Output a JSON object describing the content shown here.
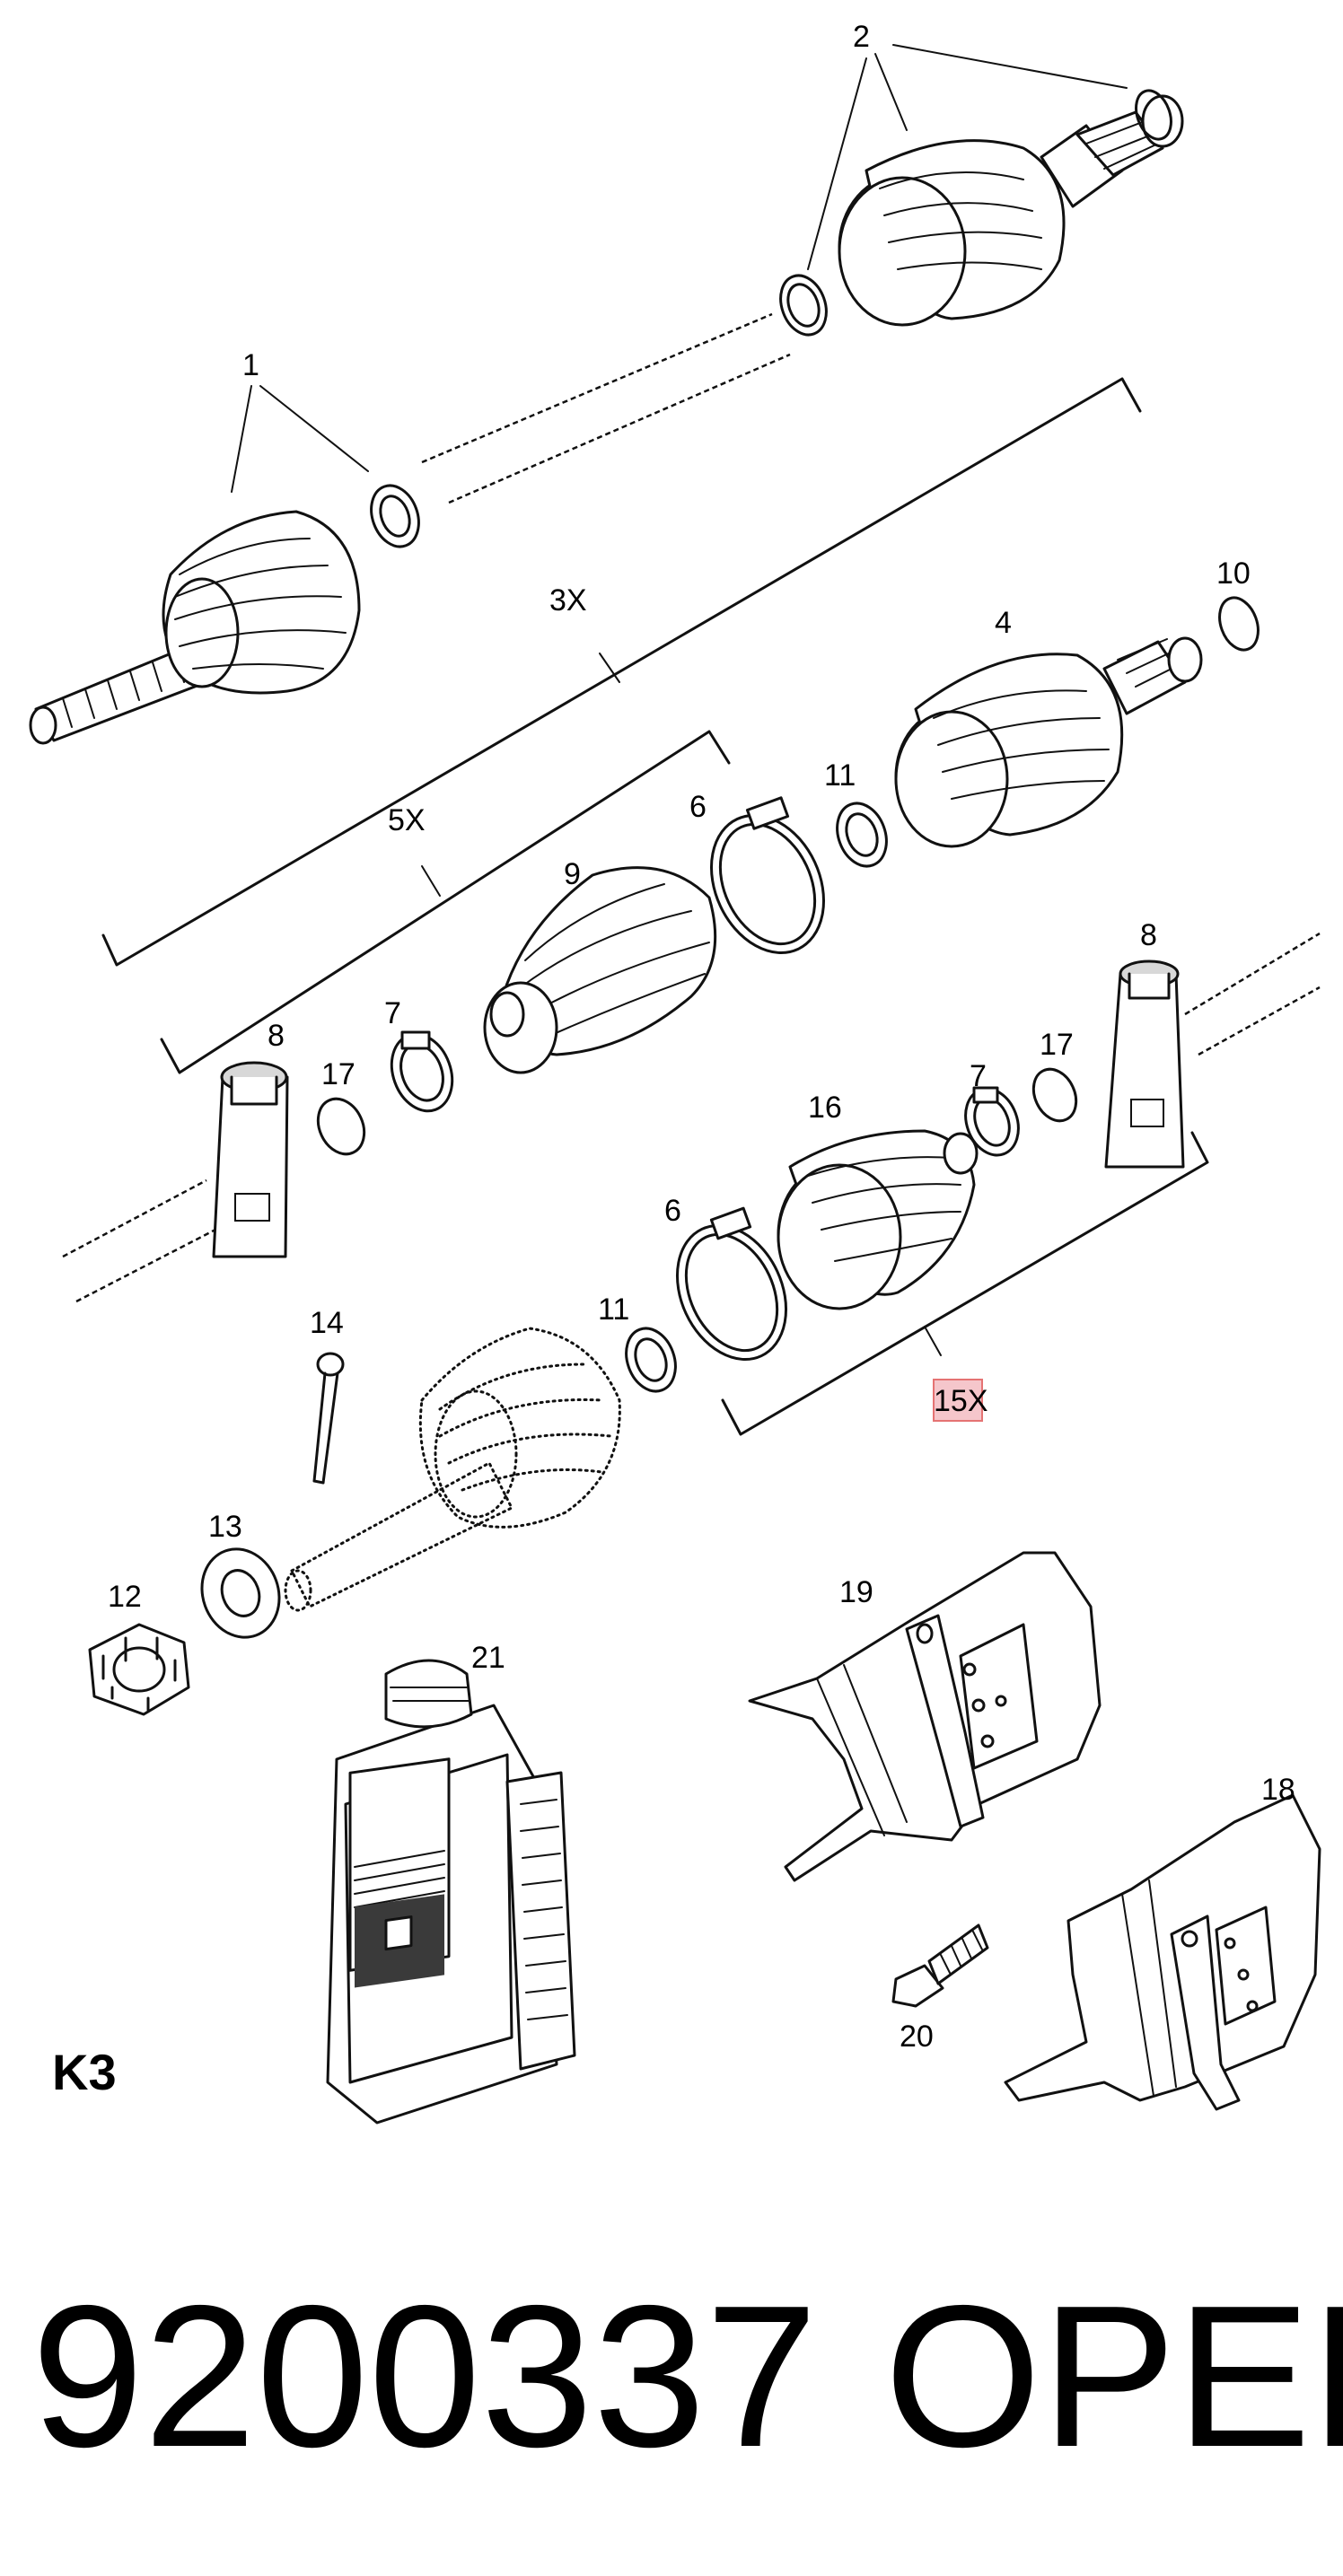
{
  "diagram": {
    "labels": {
      "l1": "1",
      "l2": "2",
      "l3x": "3X",
      "l4": "4",
      "l5x": "5X",
      "l6a": "6",
      "l6b": "6",
      "l7a": "7",
      "l7b": "7",
      "l8a": "8",
      "l8b": "8",
      "l9": "9",
      "l10": "10",
      "l11a": "11",
      "l11b": "11",
      "l12": "12",
      "l13": "13",
      "l14": "14",
      "l15x": "15X",
      "l16": "16",
      "l17a": "17",
      "l17b": "17",
      "l18": "18",
      "l19": "19",
      "l20": "20",
      "l21": "21"
    },
    "page_code": "K3",
    "highlight_color": "#f5c6cb"
  },
  "footer": {
    "part_number": "9200337",
    "brand": "OPEL"
  }
}
